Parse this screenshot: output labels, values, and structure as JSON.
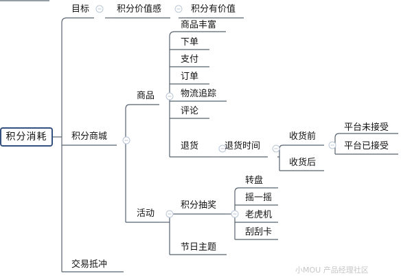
{
  "root": {
    "label": "积分消耗"
  },
  "branches": {
    "goal": "目标",
    "goal_sub1": "积分价值感",
    "goal_sub2": "积分有价值",
    "mall": "积分商城",
    "goods": "商品",
    "goods_items": [
      "商品丰富",
      "下单",
      "支付",
      "订单",
      "物流追踪",
      "评论"
    ],
    "return": "退货",
    "return_time": "退货时间",
    "before_receipt": "收货前",
    "platform_not_accept": "平台未接受",
    "platform_accepted": "平台已接受",
    "after_receipt": "收货后",
    "activity": "活动",
    "lottery": "积分抽奖",
    "lottery_items": [
      "转盘",
      "摇一摇",
      "老虎机",
      "刮刮卡"
    ],
    "festival": "节日主题",
    "trade_offset": "交易抵冲"
  },
  "watermark": "小MOU 产品经理社区",
  "colors": {
    "line": "#55606e",
    "root_border": "#33507e",
    "collapse": "#b9c6d6"
  }
}
